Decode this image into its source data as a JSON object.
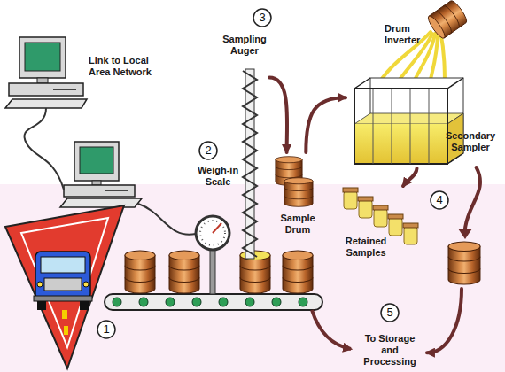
{
  "diagram": {
    "nodes": [
      {
        "text": [
          "Link to Local Area Network"
        ]
      },
      {
        "text": [
          "Weigh-in Scale"
        ]
      },
      {
        "text": [
          "Sampling Auger"
        ]
      },
      {
        "text": [
          "Sample Drum"
        ]
      },
      {
        "text": [
          "Drum Inverter"
        ]
      },
      {
        "text": [
          "Secondary Sampler"
        ],
        "in": 4
      },
      {
        "text": [
          "Retained Samples"
        ]
      },
      {
        "text": [
          "To Storage and Processing"
        ]
      }
    ],
    "edges": [
      {
        "from": 2,
        "to": 3,
        "arrow": "to"
      },
      {
        "from": 3,
        "to": 4,
        "arrow": "to"
      },
      {
        "from": 4,
        "to": 6,
        "arrow": "to"
      },
      {
        "from": 5,
        "to": 7,
        "arrow": "to"
      }
    ],
    "labels": [
      "1",
      "2",
      "3",
      "4",
      "5"
    ]
  }
}
